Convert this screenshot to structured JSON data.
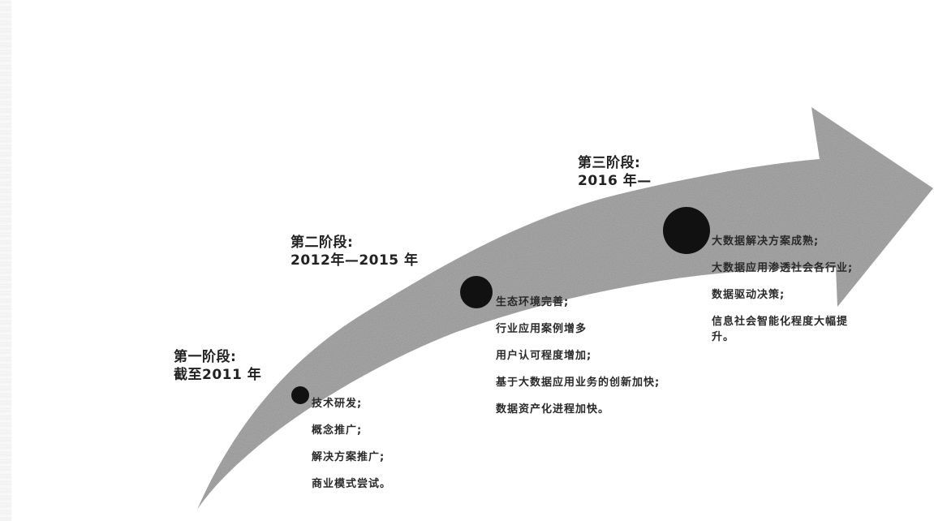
{
  "diagram": {
    "type": "curved-growth-arrow-timeline",
    "colors": {
      "arrow_fill": "#a9a9a9",
      "dot_fill": "#111111",
      "text": "#222222",
      "background": "#ffffff"
    },
    "stages": [
      {
        "title": "第一阶段:",
        "period": "截至2011 年",
        "items": [
          "技术研发;",
          "概念推广;",
          "解决方案推广;",
          "商业模式尝试。"
        ]
      },
      {
        "title": "第二阶段:",
        "period": "2012年—2015 年",
        "items": [
          "生态环境完善;",
          "行业应用案例增多",
          "用户认可程度增加;",
          "基于大数据应用业务的创新加快;",
          "数据资产化进程加快。"
        ]
      },
      {
        "title": "第三阶段:",
        "period": "2016 年—",
        "items": [
          "大数据解决方案成熟;",
          "大数据应用渗透社会各行业;",
          "数据驱动决策;",
          "信息社会智能化程度大幅提升。"
        ]
      }
    ]
  }
}
